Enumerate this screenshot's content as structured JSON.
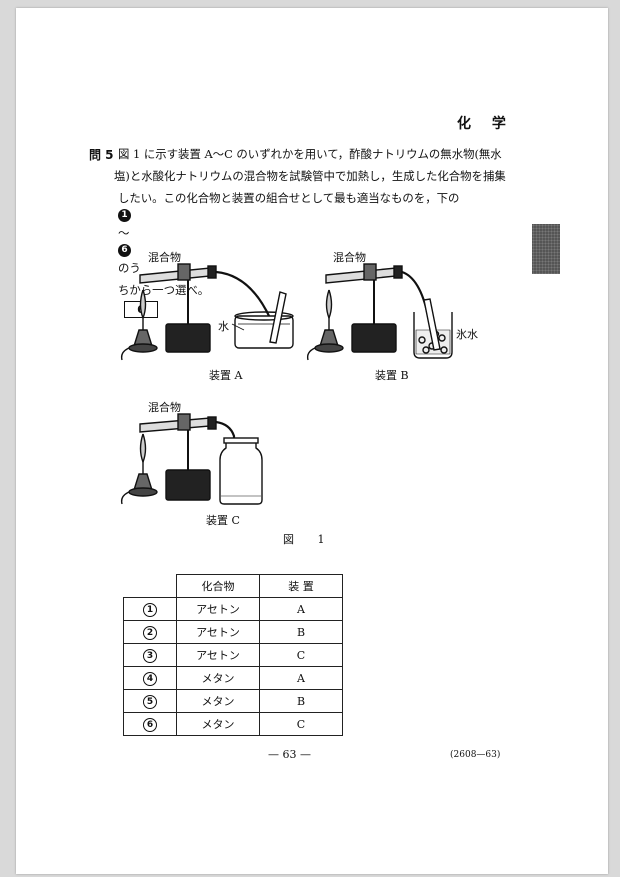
{
  "header": {
    "subject": "化 学"
  },
  "question": {
    "label": "問 5",
    "lines": [
      "図 1 に示す装置 A～C のいずれかを用いて，酢酸ナトリウムの無水物(無水",
      "塩)と水酸化ナトリウムの混合物を試験管中で加熱し，生成した化合物を捕集",
      "したい。この化合物と装置の組合せとして最も適当なものを，下の"
    ],
    "choice_range_start": "1",
    "choice_range_sep": "～",
    "choice_range_end": "6",
    "line3_tail": "のう",
    "line4": "ちから一つ選べ。",
    "answer_box": "6"
  },
  "figure": {
    "caption": "図 1",
    "apparatus": [
      {
        "name": "装置 A",
        "mixture_label": "混合物",
        "extra_label": "水"
      },
      {
        "name": "装置 B",
        "mixture_label": "混合物",
        "extra_label": "氷水"
      },
      {
        "name": "装置 C",
        "mixture_label": "混合物"
      }
    ]
  },
  "table": {
    "headers": [
      "",
      "化合物",
      "装 置"
    ],
    "rows": [
      {
        "num": "1",
        "compound": "アセトン",
        "device": "A"
      },
      {
        "num": "2",
        "compound": "アセトン",
        "device": "B"
      },
      {
        "num": "3",
        "compound": "アセトン",
        "device": "C"
      },
      {
        "num": "4",
        "compound": "メタン",
        "device": "A"
      },
      {
        "num": "5",
        "compound": "メタン",
        "device": "B"
      },
      {
        "num": "6",
        "compound": "メタン",
        "device": "C"
      }
    ]
  },
  "footer": {
    "page_number": "— 63 —",
    "code": "(2608—63)"
  }
}
